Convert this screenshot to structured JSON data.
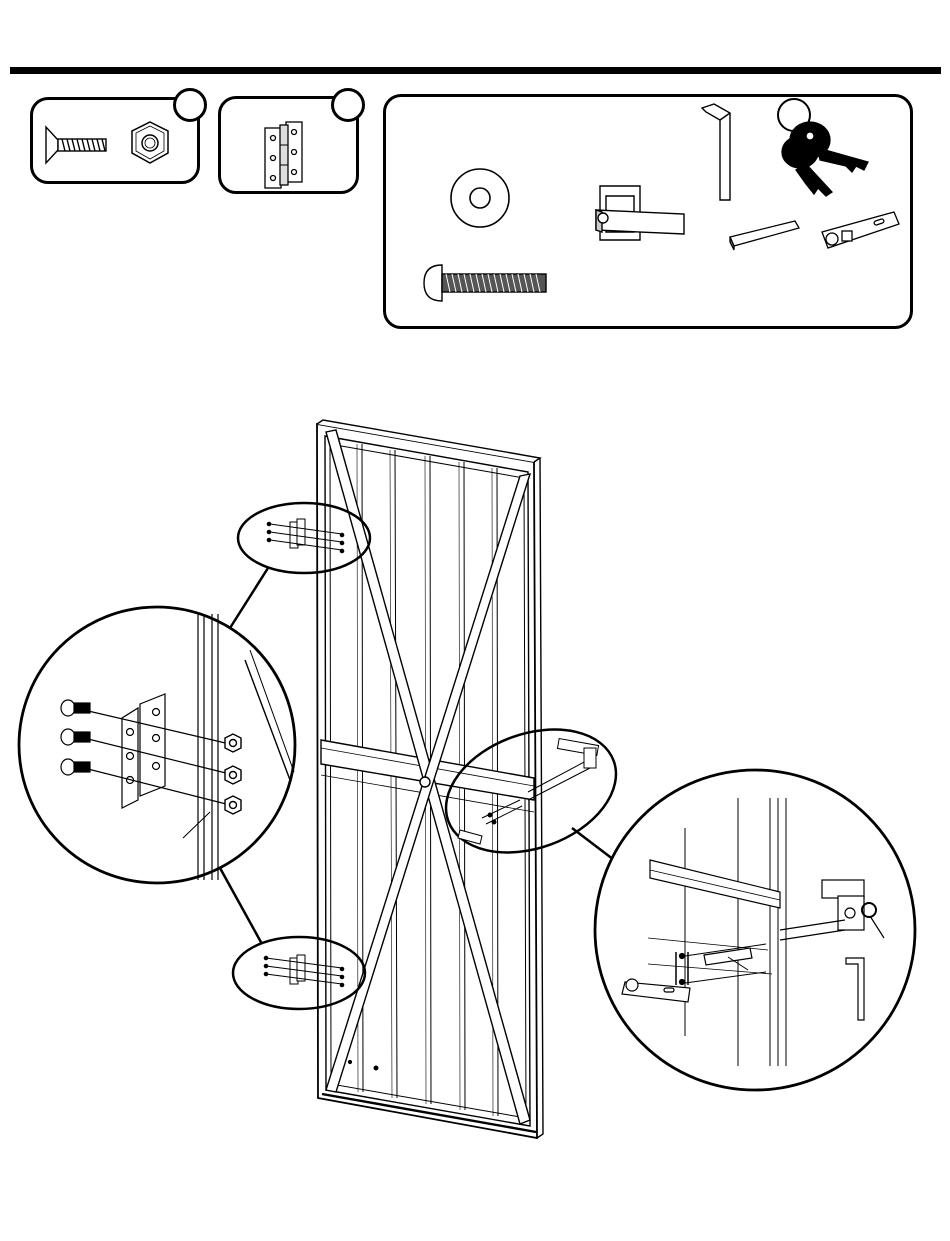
{
  "page": {
    "kind": "assembly-instruction-step",
    "background": "#ffffff",
    "line_color": "#000000"
  },
  "parts_panels": [
    {
      "name": "screw-and-nut-kit",
      "icons": [
        "flat-head-screw-icon",
        "hex-nut-icon"
      ],
      "badge_label": ""
    },
    {
      "name": "hinge-kit",
      "icons": [
        "hinge-icon"
      ],
      "badge_label": ""
    },
    {
      "name": "lock-and-handle-kit",
      "icons": [
        "washer-icon",
        "round-head-bolt-icon",
        "door-handle-icon",
        "allen-key-icon",
        "keys-icon",
        "square-spindle-icon",
        "lock-latch-icon"
      ],
      "badge_label": ""
    }
  ],
  "main_figure": {
    "subject": "door-panel-icon",
    "callouts": [
      {
        "name": "upper-hinge-callout",
        "icon": "hinge-icon"
      },
      {
        "name": "lower-hinge-callout",
        "icon": "hinge-icon"
      },
      {
        "name": "hinge-detail-callout",
        "icon": "hinge-icon"
      },
      {
        "name": "handle-callout",
        "icon": "door-handle-icon"
      },
      {
        "name": "handle-detail-callout",
        "icon": "door-handle-icon"
      }
    ]
  }
}
